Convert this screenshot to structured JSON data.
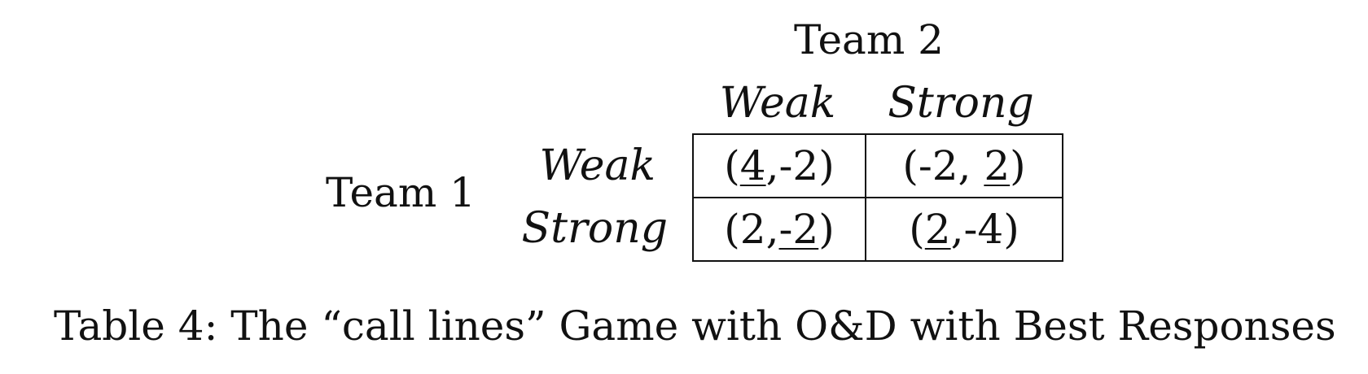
{
  "team2_label": "Team 2",
  "team1_label": "Team 1",
  "columns": [
    "Weak",
    "Strong"
  ],
  "rows": [
    "Weak",
    "Strong"
  ],
  "cells": [
    [
      {
        "open": "(",
        "a": "4",
        "sep": ",",
        "b": "-2",
        "close": ")",
        "underline_a": true,
        "underline_b": false
      },
      {
        "open": "(",
        "a": "-2",
        "sep": ", ",
        "b": "2",
        "close": ")",
        "underline_a": false,
        "underline_b": true
      }
    ],
    [
      {
        "open": "(",
        "a": "2",
        "sep": ",",
        "b": "-2",
        "close": ")",
        "underline_a": false,
        "underline_b": true
      },
      {
        "open": "(",
        "a": "2",
        "sep": ",",
        "b": "-4",
        "close": ")",
        "underline_a": true,
        "underline_b": false
      }
    ]
  ],
  "caption": "Table 4: The “call lines” Game with O&D with Best Responses"
}
